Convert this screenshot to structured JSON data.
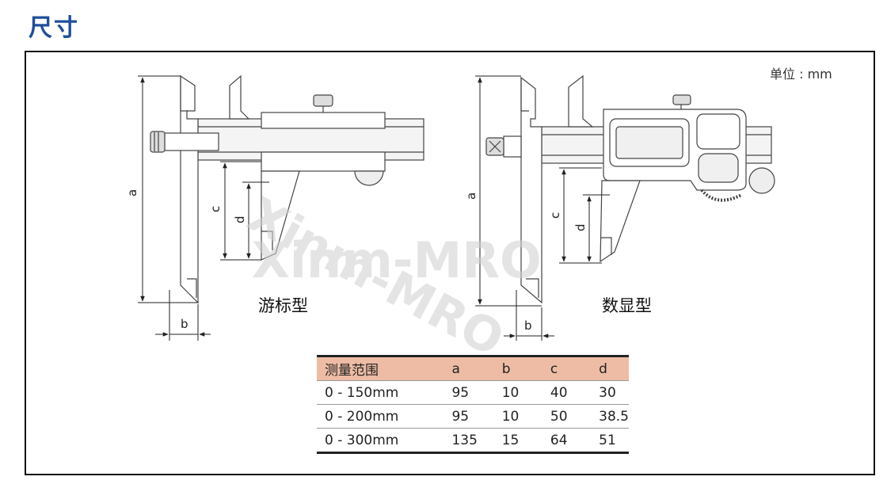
{
  "page": {
    "title": "尺寸",
    "unit_label": "单位 : mm"
  },
  "diagrams": {
    "vernier": {
      "caption": "游标型",
      "dims": {
        "a": "a",
        "b": "b",
        "c": "c",
        "d": "d"
      }
    },
    "digital": {
      "caption": "数显型",
      "dims": {
        "a": "a",
        "b": "b",
        "c": "c",
        "d": "d"
      }
    }
  },
  "watermark": "Xinm-MRO",
  "table": {
    "headers": [
      "测量范围",
      "a",
      "b",
      "c",
      "d"
    ],
    "rows": [
      [
        "0 - 150mm",
        "95",
        "10",
        "40",
        "30"
      ],
      [
        "0 - 200mm",
        "95",
        "10",
        "50",
        "38.5"
      ],
      [
        "0 - 300mm",
        "135",
        "15",
        "64",
        "51"
      ]
    ]
  },
  "colors": {
    "title": "#1f4f9a",
    "table_header_bg": "#eebca4",
    "line": "#333333"
  }
}
